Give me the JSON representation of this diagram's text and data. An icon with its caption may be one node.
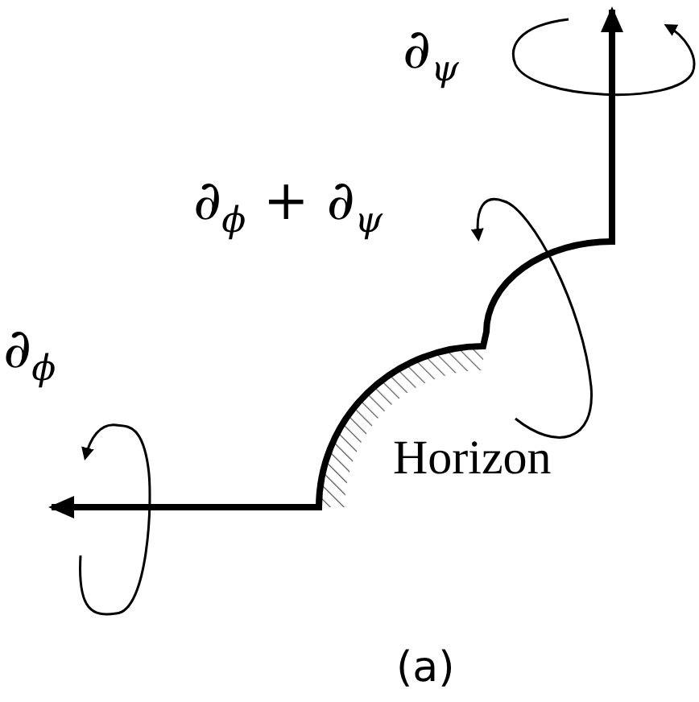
{
  "diagram": {
    "caption": "(a)",
    "labels": [
      "∂$_{ψ}$",
      "∂$_{ϕ}$ + ∂$_{ψ}$",
      "∂$_{ϕ}$",
      "Horizon"
    ]
  }
}
